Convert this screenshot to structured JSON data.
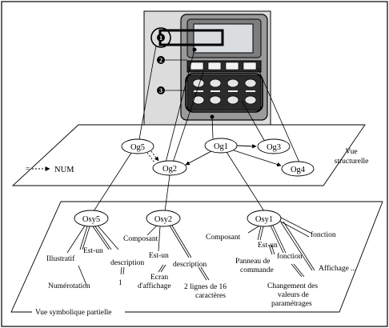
{
  "structural_view": {
    "label_line1": "Vue",
    "label_line2": "structurelle",
    "num_label": "NUM",
    "equals_sign": "="
  },
  "symbolic_view": {
    "label": "Vue symbolique partielle"
  },
  "device": {
    "callouts": [
      "1",
      "2",
      "3"
    ]
  },
  "nodes": {
    "og5": "Og5",
    "og2": "Og2",
    "og1": "Og1",
    "og3": "Og3",
    "og4": "Og4",
    "osy5": "Osy5",
    "osy2": "Osy2",
    "osy1": "Osy1"
  },
  "osy5_labels": {
    "illustratif": "Illustratif",
    "est_un": "Est-un",
    "description": "description",
    "numerotation": "Numérotation",
    "value": "1"
  },
  "osy2_labels": {
    "composant": "Composant",
    "est_un": "Est-un",
    "description": "description",
    "ecran_line1": "Ecran",
    "ecran_line2": "d'affichage",
    "lignes_line1": "2 lignes de 16",
    "lignes_line2": "caractères"
  },
  "osy1_labels": {
    "composant": "Composant",
    "est_un": "Est-un",
    "fonction_top": "fonction",
    "fonction_mid": "fonction",
    "affichage": "Affichage ...",
    "panneau_line1": "Panneau de",
    "panneau_line2": "commande",
    "changement_line1": "Changement des",
    "changement_line2": "valeurs de",
    "changement_line3": "paramétrages"
  }
}
